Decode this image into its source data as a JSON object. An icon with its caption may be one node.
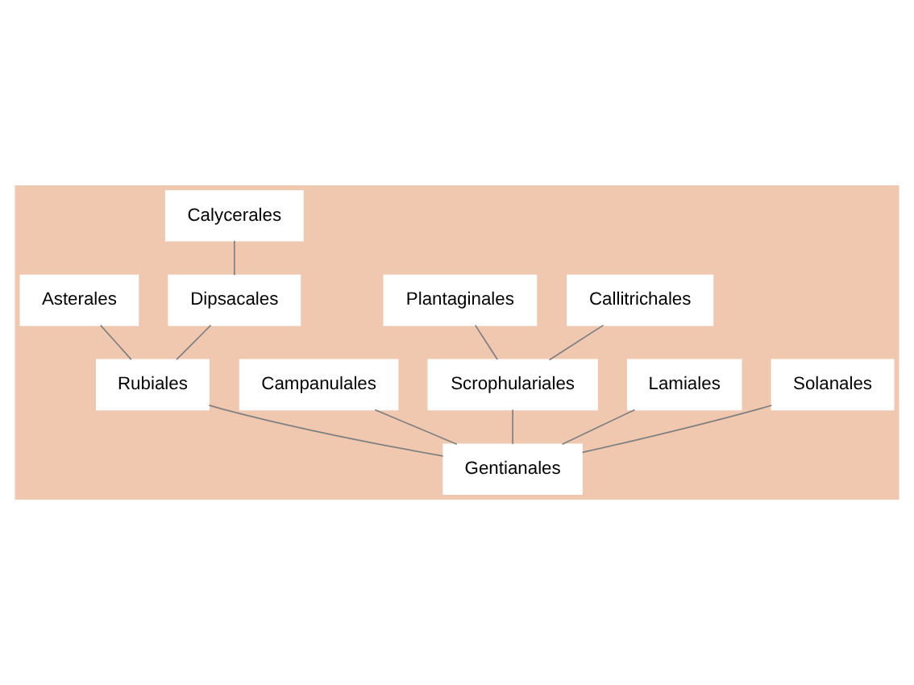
{
  "diagram": {
    "nodes": [
      {
        "text": [
          "Asterales"
        ]
      },
      {
        "text": [
          "Campanulales"
        ]
      },
      {
        "text": [
          "Calycerales"
        ]
      },
      {
        "text": [
          "Plantaginales"
        ]
      },
      {
        "text": [
          "Dipsacales"
        ]
      },
      {
        "text": [
          "Callitrichales"
        ]
      },
      {
        "text": [
          "Scrophulariales"
        ]
      },
      {
        "text": [
          "Rubiales"
        ]
      },
      {
        "text": [
          "Lamiales"
        ]
      },
      {
        "text": [
          "Solanales"
        ]
      },
      {
        "text": [
          "Gentianales"
        ]
      }
    ],
    "edges": [
      {
        "from": 2,
        "to": 4,
        "arrow": "none"
      },
      {
        "from": 4,
        "to": 7,
        "arrow": "none"
      },
      {
        "from": 0,
        "to": 7,
        "arrow": "none"
      },
      {
        "from": 7,
        "to": 10,
        "arrow": "none"
      },
      {
        "from": 3,
        "to": 6,
        "arrow": "none"
      },
      {
        "from": 5,
        "to": 6,
        "arrow": "none"
      },
      {
        "from": 1,
        "to": 10,
        "arrow": "none"
      },
      {
        "from": 6,
        "to": 10,
        "arrow": "none"
      },
      {
        "from": 9,
        "to": 10,
        "arrow": "none"
      },
      {
        "from": 8,
        "to": 10,
        "arrow": "none"
      }
    ]
  }
}
